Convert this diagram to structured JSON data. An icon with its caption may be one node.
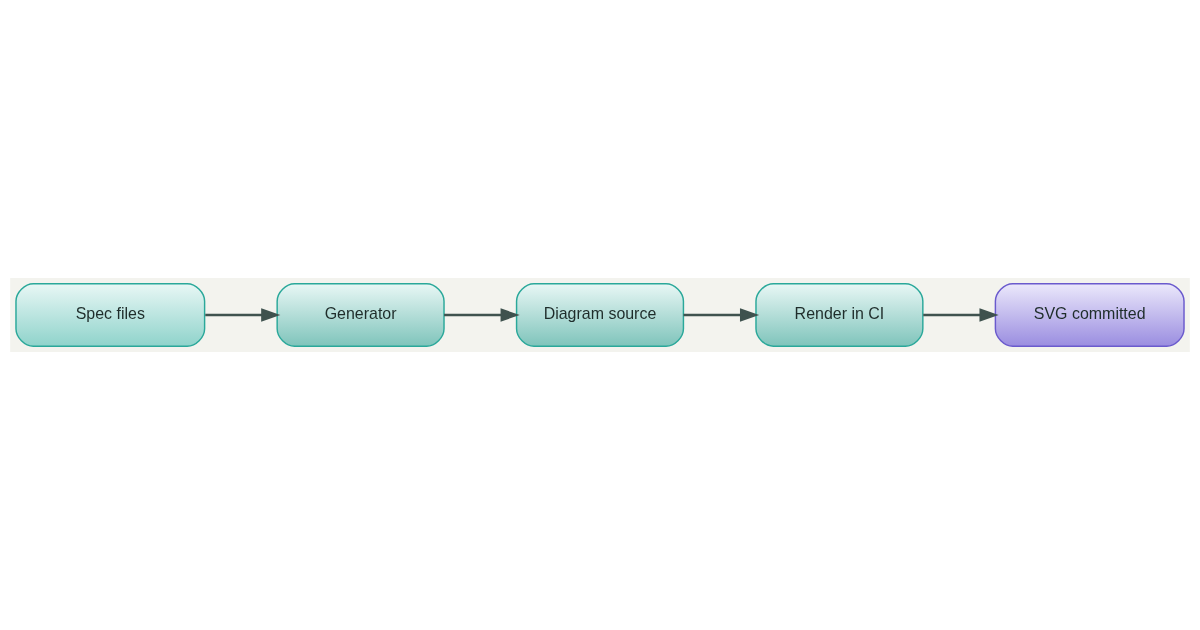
{
  "diagram": {
    "nodes": [
      {
        "text": [
          "Spec files"
        ]
      },
      {
        "text": [
          "Generator"
        ]
      },
      {
        "text": [
          "Diagram source"
        ]
      },
      {
        "text": [
          "Render in CI"
        ]
      },
      {
        "text": [
          "SVG committed"
        ]
      }
    ],
    "edges": [
      {
        "from": 0,
        "to": 1,
        "arrow": "to"
      },
      {
        "from": 1,
        "to": 2,
        "arrow": "to"
      },
      {
        "from": 2,
        "to": 3,
        "arrow": "to"
      },
      {
        "from": 3,
        "to": 4,
        "arrow": "to"
      }
    ]
  }
}
